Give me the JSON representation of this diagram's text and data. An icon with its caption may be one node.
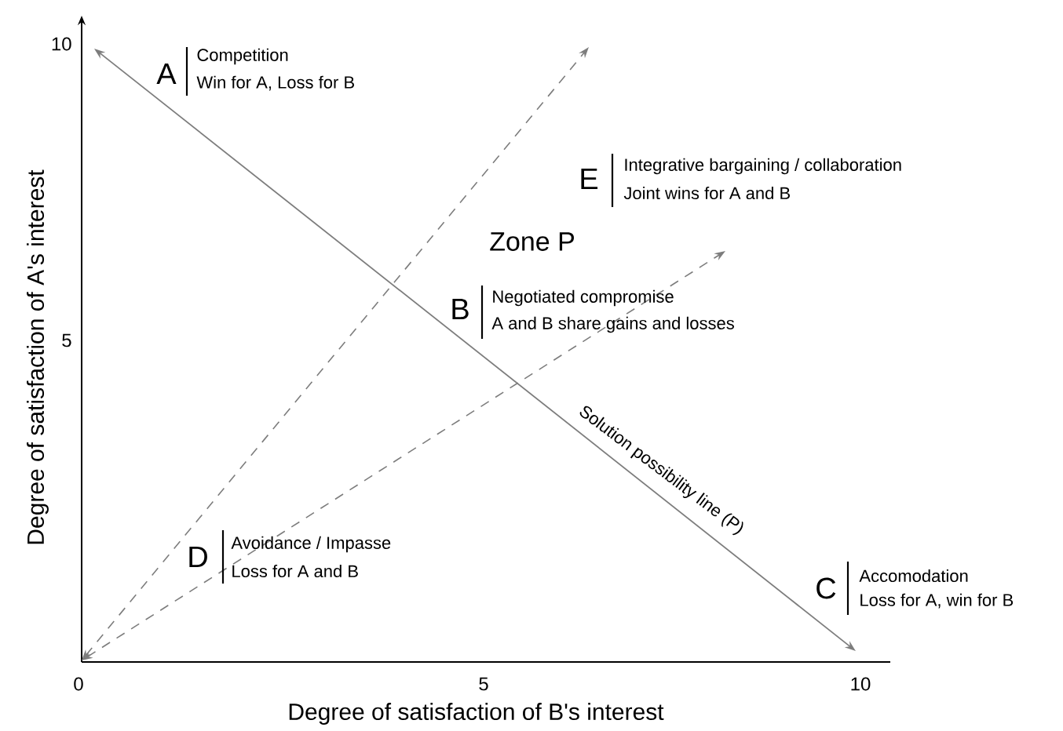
{
  "diagram": {
    "labels": [
      "10",
      "A",
      "Competition",
      "Win for A, Loss for B",
      "E",
      "Integrative bargaining / collaboration",
      "Joint wins for A and B",
      "Zone P",
      "B",
      "Negotiated compromise",
      "A and B share gains and losses",
      "5",
      "Solution possibility line (P)",
      "D",
      "Avoidance / Impasse",
      "Loss for A and B",
      "C",
      "Accomodation",
      "Loss for A, win for B",
      "0",
      "5",
      "10",
      "Degree of satisfaction of B's interest",
      "Degree of satisfaction of A's interest"
    ]
  }
}
